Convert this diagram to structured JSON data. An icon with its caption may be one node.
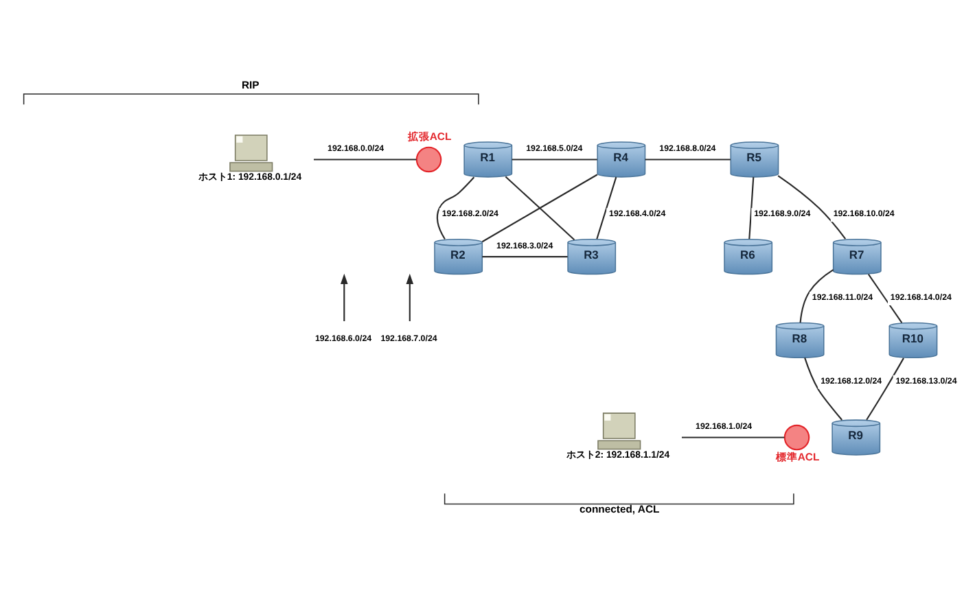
{
  "diagram": {
    "nodes": [
      {
        "text": [],
        "shape": "computer",
        "beside": [
          "ホスト1: 192.168.0.1/24"
        ]
      },
      {
        "text": [],
        "shape": "circle",
        "beside": [
          "拡張ACL"
        ]
      },
      {
        "text": [
          "R1"
        ]
      },
      {
        "text": [
          "R4"
        ]
      },
      {
        "text": [
          "R5"
        ]
      },
      {
        "text": [
          "R2"
        ]
      },
      {
        "text": [
          "R3"
        ]
      },
      {
        "text": [
          "R6"
        ]
      },
      {
        "text": [
          "R7"
        ]
      },
      {
        "text": [
          "192.168.6.0/24"
        ]
      },
      {
        "text": [
          "192.168.7.0/24"
        ]
      },
      {
        "text": [
          "R8"
        ]
      },
      {
        "text": [
          "R10"
        ]
      },
      {
        "text": [],
        "shape": "computer",
        "beside": [
          "ホスト2: 192.168.1.1/24"
        ]
      },
      {
        "text": [],
        "shape": "circle",
        "beside": [
          "標準ACL"
        ]
      },
      {
        "text": [
          "R9"
        ]
      }
    ],
    "edges": [
      {
        "from": 0,
        "to": 1,
        "arrow": "none",
        "label": "192.168.0.0/24"
      },
      {
        "from": 2,
        "to": 3,
        "arrow": "none",
        "label": "192.168.5.0/24"
      },
      {
        "from": 2,
        "to": 5,
        "arrow": "none",
        "label": "192.168.2.0/24"
      },
      {
        "from": 2,
        "to": 6,
        "arrow": "none"
      },
      {
        "from": 3,
        "to": 5,
        "arrow": "none"
      },
      {
        "from": 3,
        "to": 6,
        "arrow": "none",
        "label": "192.168.4.0/24"
      },
      {
        "from": 5,
        "to": 6,
        "arrow": "none",
        "label": "192.168.3.0/24"
      },
      {
        "from": 3,
        "to": 4,
        "arrow": "none",
        "label": "192.168.8.0/24"
      },
      {
        "from": 4,
        "to": 7,
        "arrow": "none",
        "label": "192.168.9.0/24"
      },
      {
        "from": 4,
        "to": 8,
        "arrow": "none",
        "label": "192.168.10.0/24"
      },
      {
        "from": 8,
        "to": 11,
        "arrow": "none",
        "label": "192.168.11.0/24"
      },
      {
        "from": 8,
        "to": 12,
        "arrow": "none",
        "label": "192.168.14.0/24"
      },
      {
        "from": 11,
        "to": 15,
        "arrow": "none",
        "label": "192.168.12.0/24"
      },
      {
        "from": 12,
        "to": 15,
        "arrow": "none",
        "label": "192.168.13.0/24"
      },
      {
        "from": 13,
        "to": 14,
        "arrow": "none",
        "label": "192.168.1.0/24"
      },
      {
        "from": 9,
        "to": null,
        "arrow": "to"
      },
      {
        "from": 10,
        "to": null,
        "arrow": "to"
      }
    ],
    "labels": [
      "RIP",
      "connected, ACL"
    ]
  }
}
